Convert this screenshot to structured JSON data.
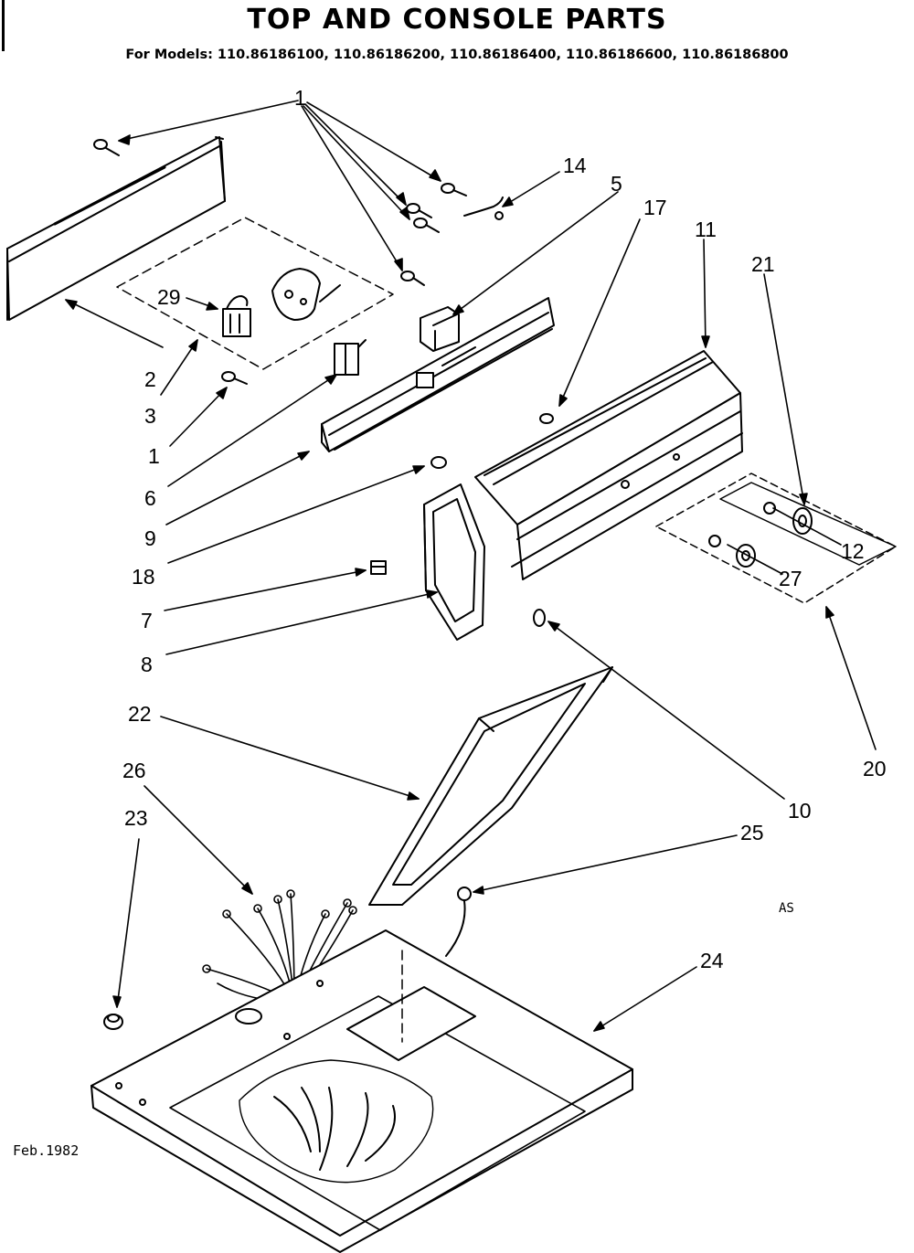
{
  "header": {
    "title": "TOP AND CONSOLE PARTS",
    "models": "For Models: 110.86186100, 110.86186200, 110.86186400, 110.86186600, 110.86186800"
  },
  "footer": {
    "date": "Feb.1982",
    "code": "AS"
  },
  "callouts": {
    "c1": "1",
    "c1b": "1",
    "c2": "2",
    "c3": "3",
    "c5": "5",
    "c6": "6",
    "c7": "7",
    "c8": "8",
    "c9": "9",
    "c10": "10",
    "c11": "11",
    "c12": "12",
    "c14": "14",
    "c17": "17",
    "c18": "18",
    "c20": "20",
    "c21": "21",
    "c22": "22",
    "c23": "23",
    "c24": "24",
    "c25": "25",
    "c26": "26",
    "c27": "27",
    "c29": "29"
  },
  "colors": {
    "ink": "#000000",
    "paper": "#ffffff"
  }
}
